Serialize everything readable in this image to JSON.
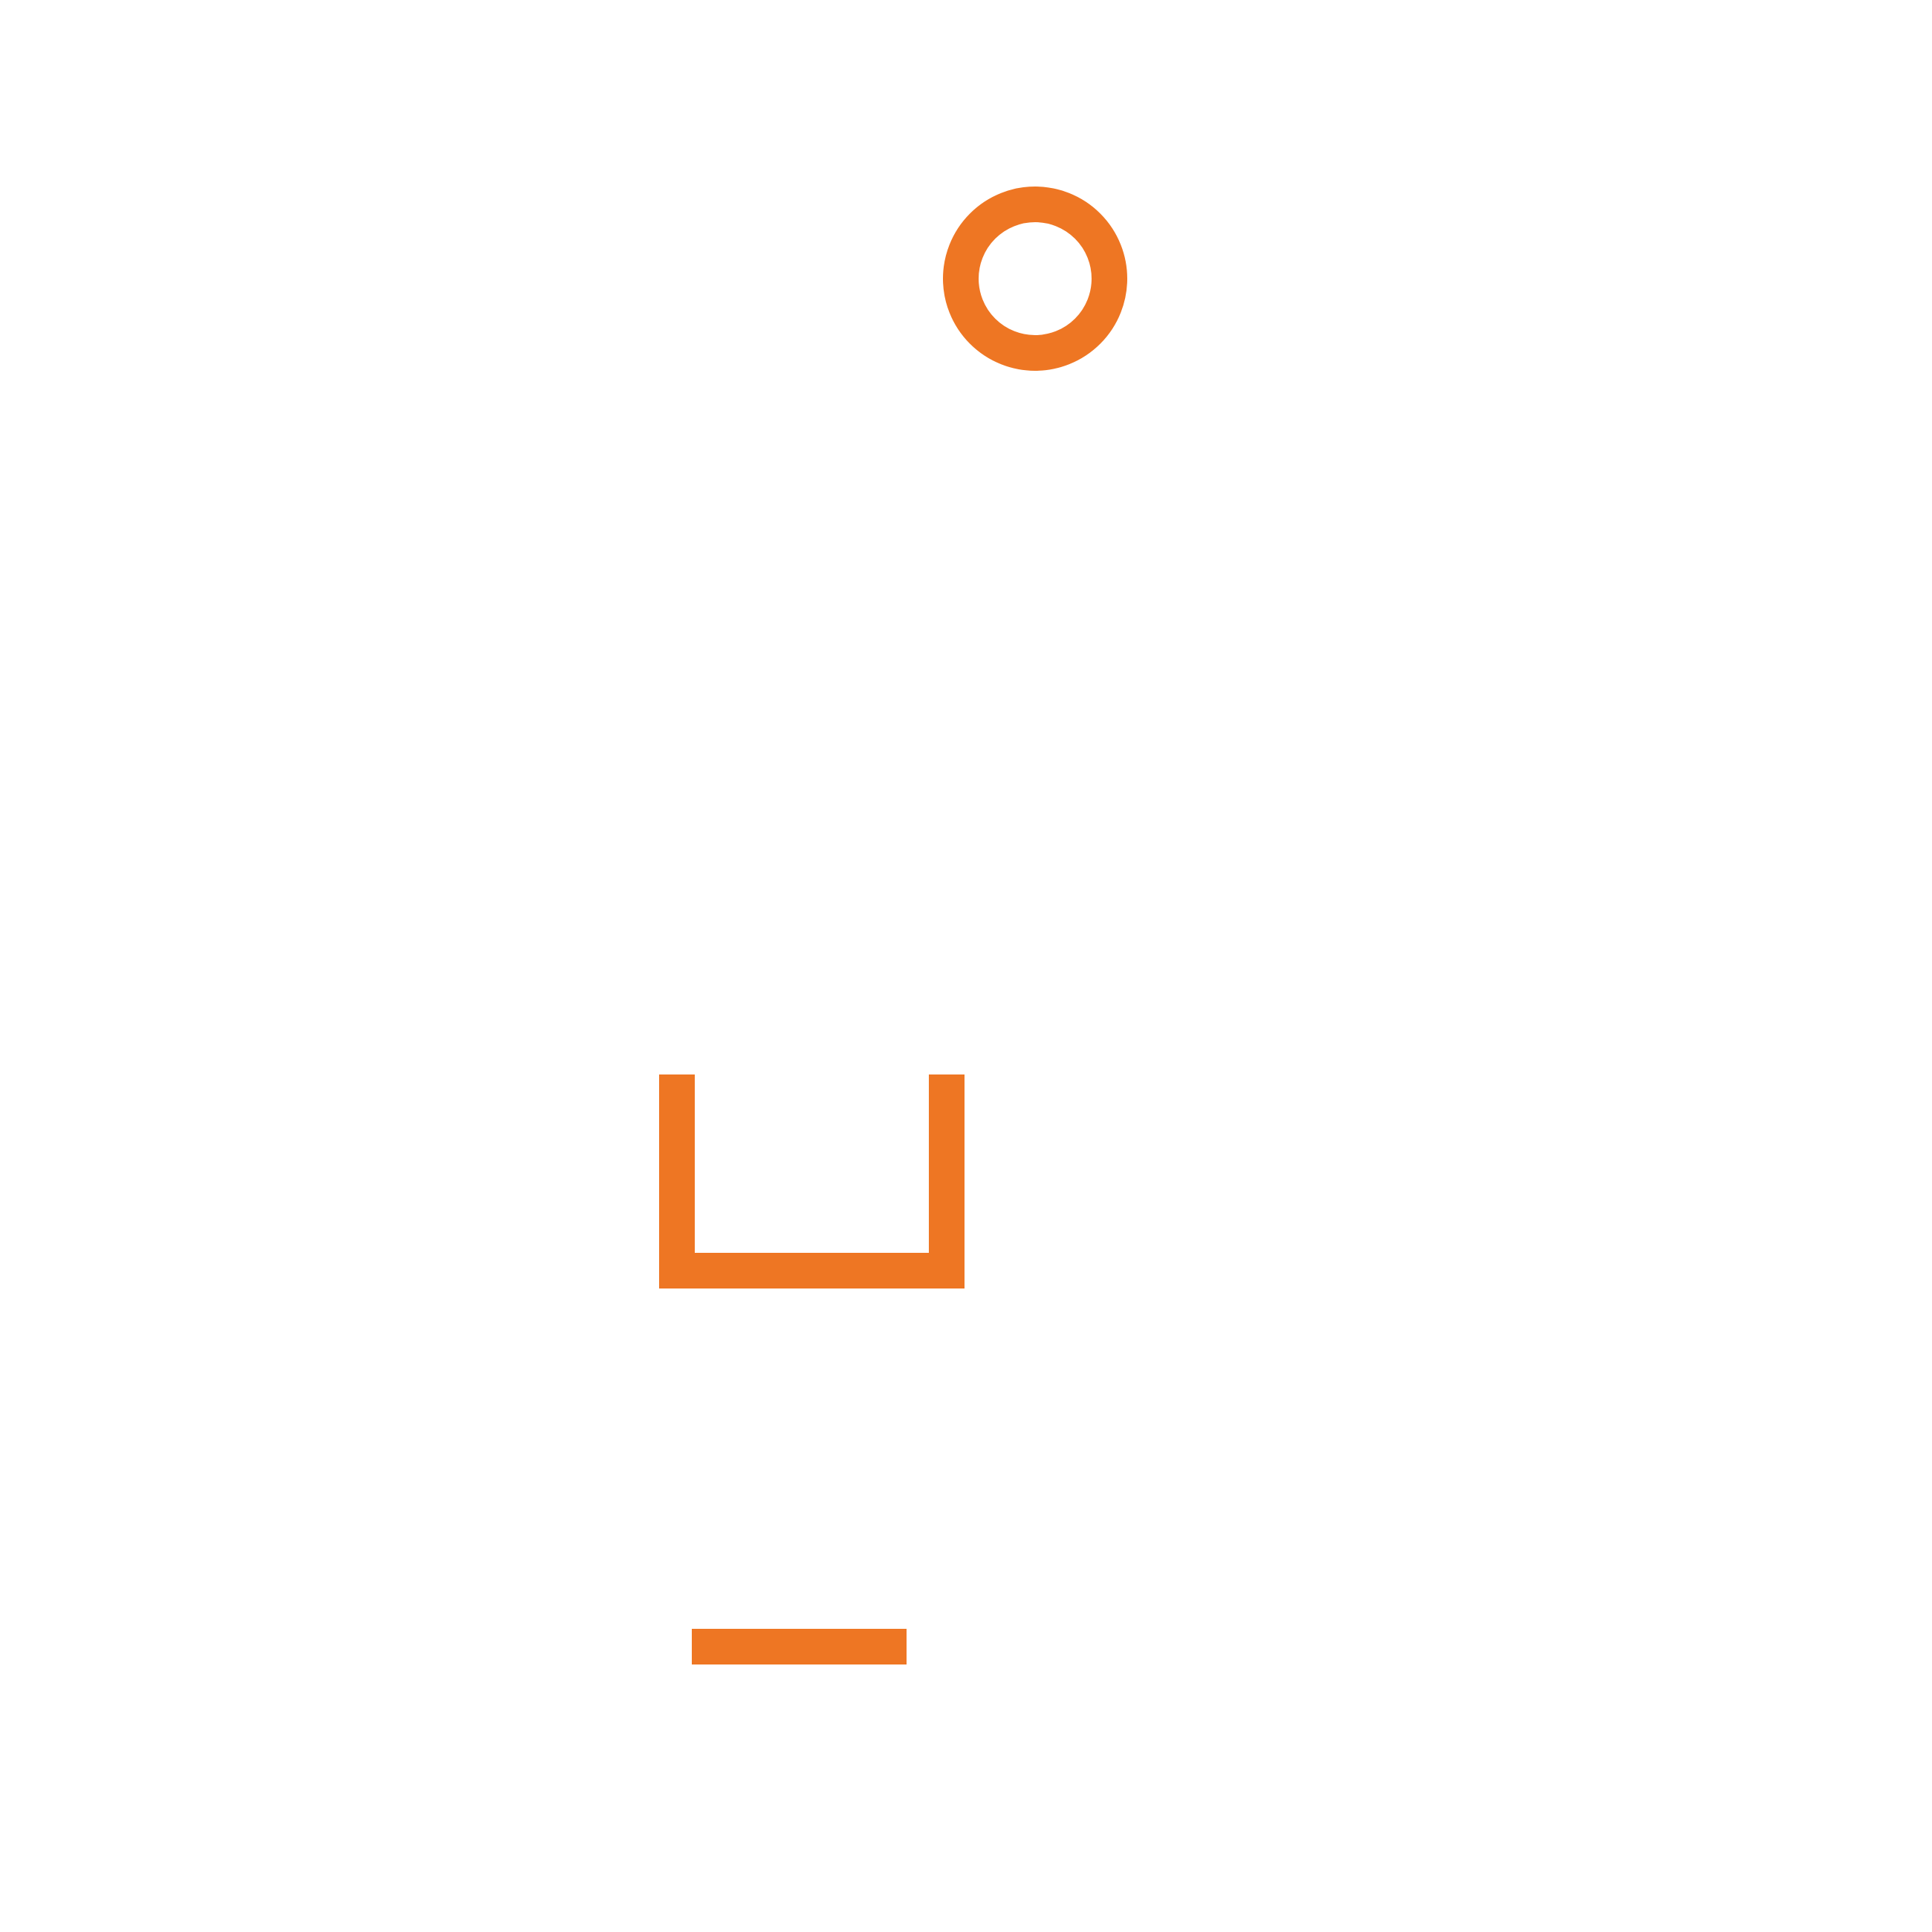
{
  "graphic": {
    "accent_color": "#EE7623",
    "background_color": "#FFFFFF",
    "shapes": [
      "ring",
      "open-bracket",
      "bar"
    ]
  }
}
